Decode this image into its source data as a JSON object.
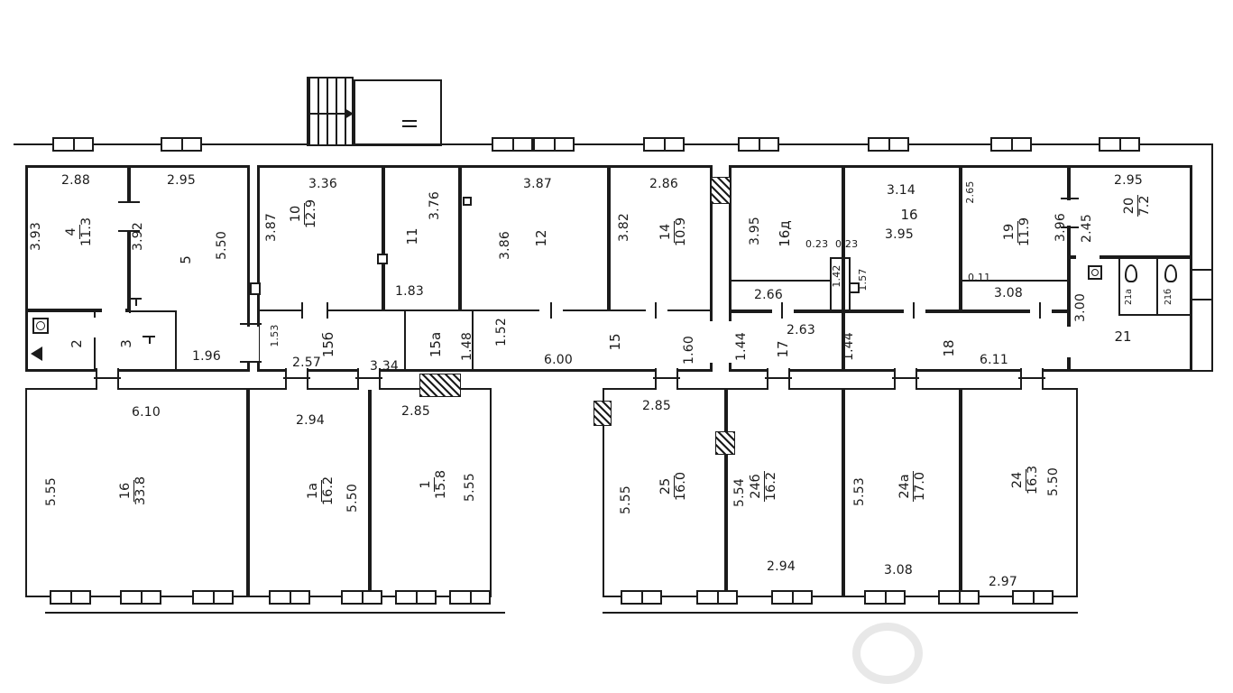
{
  "rooms": {
    "r4": {
      "num": "4",
      "area": "11.3"
    },
    "r5": {
      "num": "5"
    },
    "r2": {
      "num": "2"
    },
    "r3": {
      "num": "3"
    },
    "r10": {
      "num": "10",
      "area": "12.9"
    },
    "r11": {
      "num": "11"
    },
    "r12": {
      "num": "12"
    },
    "r14": {
      "num": "14",
      "area": "10.9"
    },
    "r15b": {
      "num": "15б"
    },
    "r15a": {
      "num": "15а"
    },
    "r15": {
      "num": "15"
    },
    "r16d": {
      "num": "16д"
    },
    "r16r": {
      "num": "16"
    },
    "r19": {
      "num": "19",
      "area": "11.9"
    },
    "r20": {
      "num": "20",
      "area": "7.2"
    },
    "r21": {
      "num": "21"
    },
    "r21a": {
      "num": "21а"
    },
    "r21b": {
      "num": "21б"
    },
    "r17": {
      "num": "17"
    },
    "r18": {
      "num": "18"
    },
    "r16big": {
      "num": "16",
      "area": "33.8"
    },
    "r1a": {
      "num": "1а",
      "area": "16.2"
    },
    "r1": {
      "num": "1",
      "area": "15.8"
    },
    "r25": {
      "num": "25",
      "area": "16.0"
    },
    "r24b": {
      "num": "24б",
      "area": "16.2"
    },
    "r24a": {
      "num": "24а",
      "area": "17.0"
    },
    "r24": {
      "num": "24",
      "area": "16.3"
    }
  },
  "dims": {
    "w4_top": "2.88",
    "w5_top": "2.95",
    "h4_left": "3.93",
    "h4_right": "3.92",
    "h5": "5.50",
    "w_hall23": "1.96",
    "w10_top": "3.36",
    "h10_left": "3.87",
    "h11": "3.76",
    "w11_b": "1.83",
    "w12_top": "3.87",
    "h12": "3.86",
    "w14_top": "2.86",
    "h14": "3.82",
    "h15b_l": "1.53",
    "w15b": "2.57",
    "w15b2": "3.34",
    "h15a_r": "1.48",
    "h15_l": "1.52",
    "w15": "6.00",
    "h15_r": "1.60",
    "h16d": "3.95",
    "w16d_b": "2.66",
    "shaft_l": "0.23",
    "shaft_r": "0.23",
    "shaft_h": "1.42",
    "w16r_top": "3.14",
    "h16r": "3.95",
    "h16r_b": "1.57",
    "h19_l": "2.65",
    "h19_r": "3.96",
    "w19_011": "0.11",
    "w19_b": "3.08",
    "w20_top": "2.95",
    "h20": "2.45",
    "h21": "3.00",
    "h17": "1.44",
    "w17": "2.63",
    "h18": "1.44",
    "w18": "6.11",
    "w16big_top": "6.10",
    "h16big": "5.55",
    "w1a_top": "2.94",
    "h1a": "5.50",
    "w1_top": "2.85",
    "h1": "5.55",
    "w25_top": "2.85",
    "h25": "5.55",
    "h24b": "5.54",
    "w24b_b": "2.94",
    "h24a": "5.53",
    "w24a_b": "3.08",
    "h24": "5.50",
    "w24_b": "2.97"
  }
}
